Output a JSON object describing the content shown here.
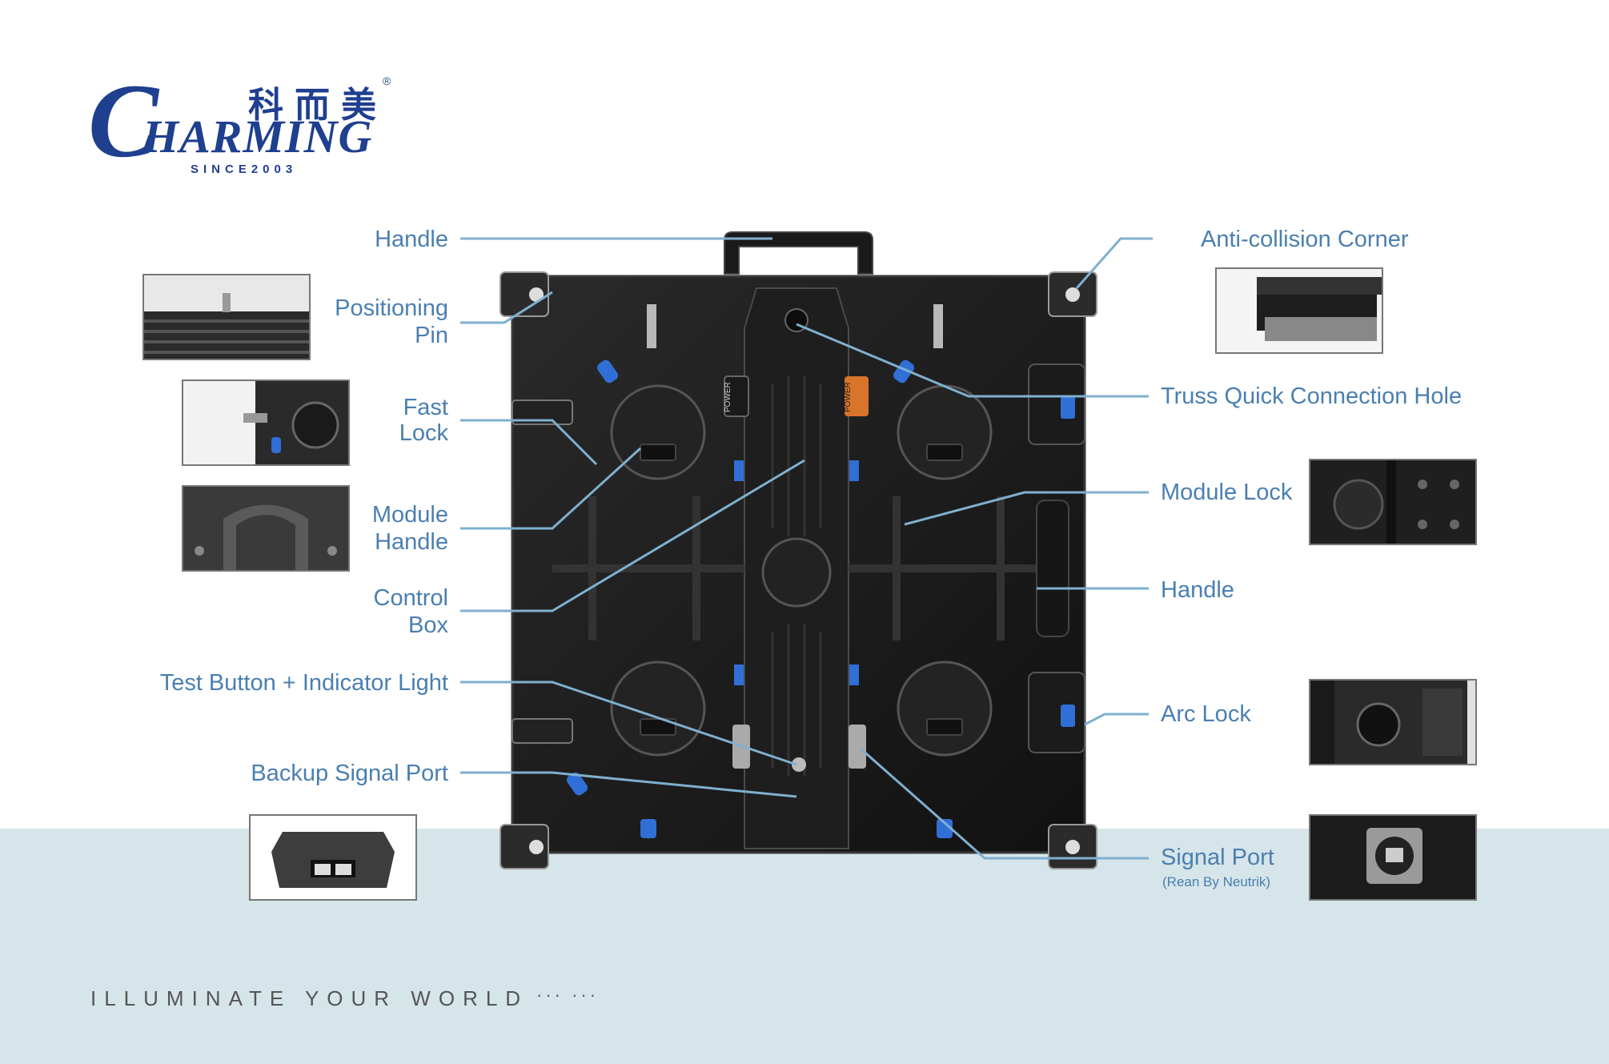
{
  "brand": {
    "chinese_name": "科而美",
    "registered_mark": "®",
    "initial": "C",
    "word": "HARMING",
    "since": "SINCE2003"
  },
  "labels": {
    "handle_top": "Handle",
    "positioning_pin_1": "Positioning",
    "positioning_pin_2": "Pin",
    "fast_lock_1": "Fast",
    "fast_lock_2": "Lock",
    "module_handle_1": "Module",
    "module_handle_2": "Handle",
    "control_box_1": "Control",
    "control_box_2": "Box",
    "test_button": "Test Button + Indicator Light",
    "backup_signal_port": "Backup Signal Port",
    "anti_collision_corner": "Anti-collision Corner",
    "truss_hole": "Truss Quick Connection Hole",
    "module_lock": "Module Lock",
    "handle_right": "Handle",
    "arc_lock": "Arc Lock",
    "signal_port": "Signal Port",
    "signal_port_sub": "(Rean By Neutrik)"
  },
  "panel_markings": {
    "power_left": "POWER",
    "power_right": "POWER"
  },
  "tagline": {
    "text": "ILLUMINATE YOUR WORLD",
    "dots": "··· ···"
  },
  "colors": {
    "brand_blue": "#1f3f8f",
    "label_blue": "#4a7fb0",
    "leader_line": "#7fb0cf",
    "band": "#d6e5ea",
    "cabinet": "#1c1c1c",
    "connector_blue": "#2f6fd6",
    "lock_orange": "#d9742b"
  }
}
